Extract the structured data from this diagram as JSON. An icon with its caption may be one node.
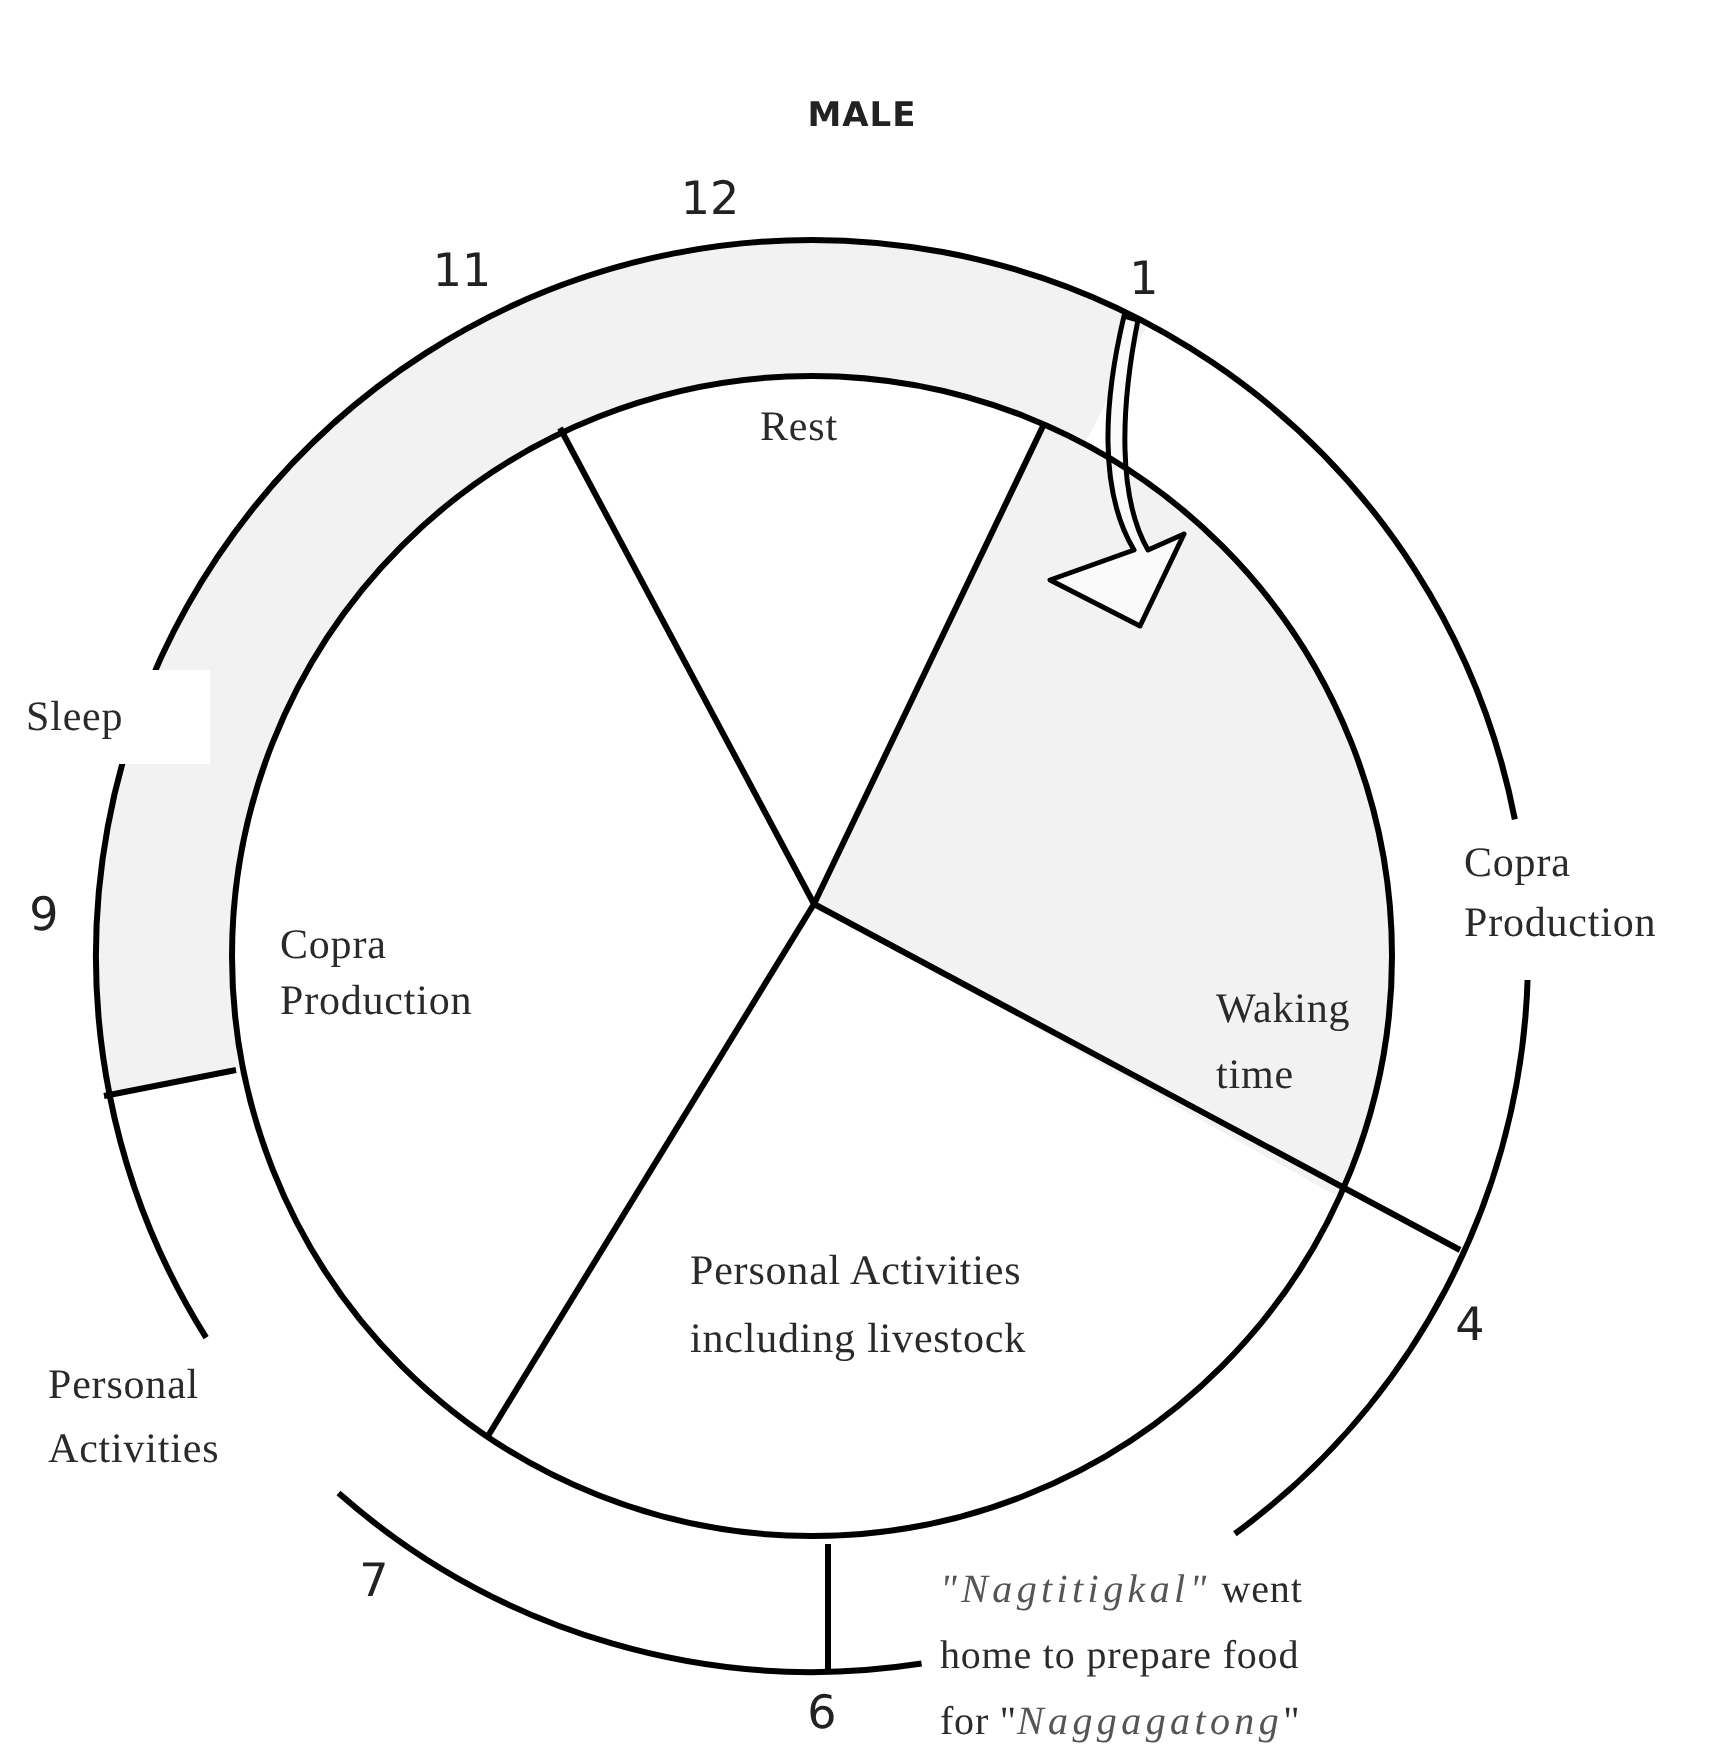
{
  "diagram": {
    "title": "MALE",
    "nodes": [
      {
        "text": [
          "Rest"
        ]
      },
      {
        "text": [
          "Copra Production"
        ]
      },
      {
        "text": [
          "Waking time"
        ]
      },
      {
        "text": [
          "Personal Activities including livestock"
        ]
      },
      {
        "text": [
          "Sleep"
        ]
      },
      {
        "text": [
          "Copra Production"
        ]
      },
      {
        "text": [
          "Personal Activities"
        ]
      },
      {
        "text": [
          "*\"Nagtitigkal\"* went home to prepare food for \"*Naggagatong*\""
        ]
      }
    ],
    "labels": [
      "12",
      "11",
      "1",
      "9",
      "4",
      "7",
      "6"
    ]
  }
}
